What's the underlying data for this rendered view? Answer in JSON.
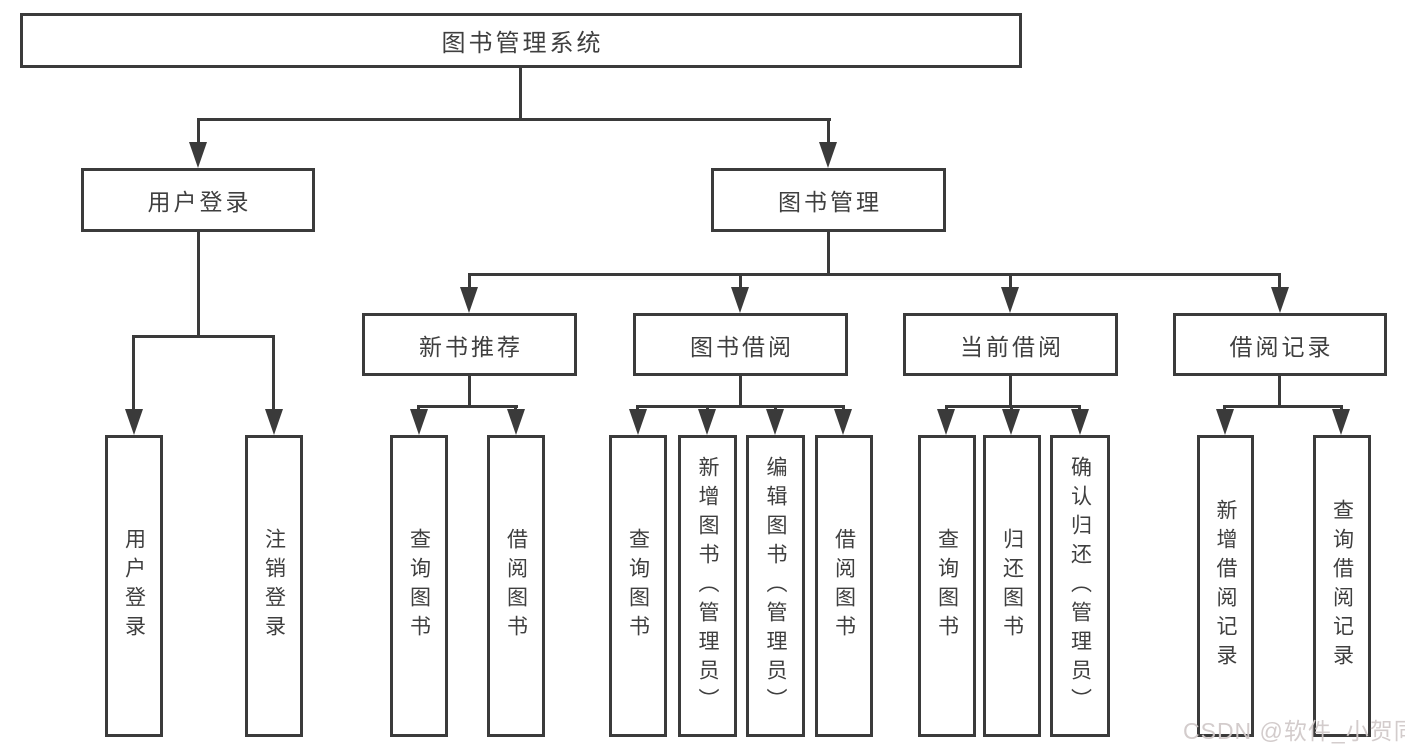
{
  "diagram": {
    "root": {
      "label": "图书管理系统"
    },
    "user_login": {
      "label": "用户登录",
      "children": [
        {
          "label": "用户登录"
        },
        {
          "label": "注销登录"
        }
      ]
    },
    "book_mgmt": {
      "label": "图书管理",
      "children": [
        {
          "label": "新书推荐",
          "children": [
            {
              "label": "查询图书"
            },
            {
              "label": "借阅图书"
            }
          ]
        },
        {
          "label": "图书借阅",
          "children": [
            {
              "label": "查询图书"
            },
            {
              "label": "新增图书（管理员）"
            },
            {
              "label": "编辑图书（管理员）"
            },
            {
              "label": "借阅图书"
            }
          ]
        },
        {
          "label": "当前借阅",
          "children": [
            {
              "label": "查询图书"
            },
            {
              "label": "归还图书"
            },
            {
              "label": "确认归还（管理员）"
            }
          ]
        },
        {
          "label": "借阅记录",
          "children": [
            {
              "label": "新增借阅记录"
            },
            {
              "label": "查询借阅记录"
            }
          ]
        }
      ]
    },
    "colors": {
      "line": "#3a3a3a",
      "text": "#3f3f3f",
      "background": "#ffffff",
      "watermark": "#d1c9c9"
    }
  },
  "watermark": {
    "text": "CSDN @软件_小贺同学"
  }
}
